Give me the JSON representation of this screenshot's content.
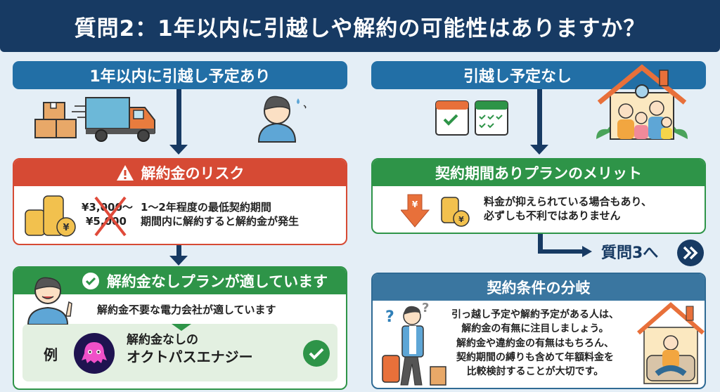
{
  "header": {
    "title": "質問2：1年以内に引越しや解約の可能性はありますか？"
  },
  "left": {
    "branch_label": "1年以内に引越し予定あり",
    "risk": {
      "title": "解約金のリスク",
      "fee_line1": "¥3,000〜",
      "fee_line2": "¥5,000",
      "desc_line1": "1〜2年程度の最低契約期間",
      "desc_line2": "期間内に解約すると解約金が発生"
    },
    "recommend": {
      "title": "解約金なしプランが適しています",
      "subtitle": "解約金不要な電力会社が適しています",
      "example_label": "例",
      "example_line1": "解約金なしの",
      "example_line2": "オクトパスエナジー"
    }
  },
  "right": {
    "branch_label": "引越し予定なし",
    "merit": {
      "title": "契約期間ありプランのメリット",
      "desc_line1": "料金が抑えられている場合もあり、",
      "desc_line2": "必ずしも不利ではありません"
    },
    "next": {
      "label": "質問3へ"
    },
    "summary": {
      "title": "契約条件の分岐",
      "lines": [
        "引っ越し予定や解約予定がある人は、",
        "解約金の有無に注目しましょう。",
        "解約金や違約金の有無はもちろん、",
        "契約期間の縛りも含めて年額料金を",
        "比較検討することが大切です。"
      ]
    }
  },
  "colors": {
    "navy": "#173a63",
    "blue": "#226fa6",
    "red": "#d64a34",
    "green": "#2e9448",
    "bg": "#e4eef6"
  }
}
